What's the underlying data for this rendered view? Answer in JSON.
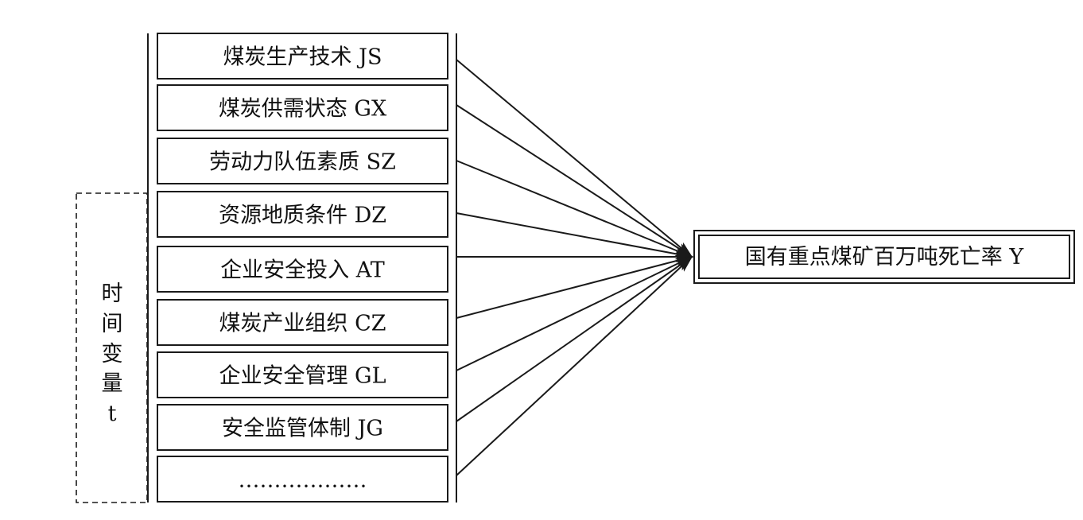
{
  "factors": [
    {
      "label": "煤炭生产技术 JS"
    },
    {
      "label": "煤炭供需状态 GX"
    },
    {
      "label": "劳动力队伍素质 SZ"
    },
    {
      "label": "资源地质条件 DZ"
    },
    {
      "label": "企业安全投入 AT"
    },
    {
      "label": "煤炭产业组织 CZ"
    },
    {
      "label": "企业安全管理 GL"
    },
    {
      "label": "安全监管体制 JG"
    },
    {
      "label": "………………"
    }
  ],
  "target": {
    "label": "国有重点煤矿百万吨死亡率 Y"
  },
  "time_variable": {
    "chars": [
      "时",
      "间",
      "变",
      "量",
      "t"
    ]
  }
}
